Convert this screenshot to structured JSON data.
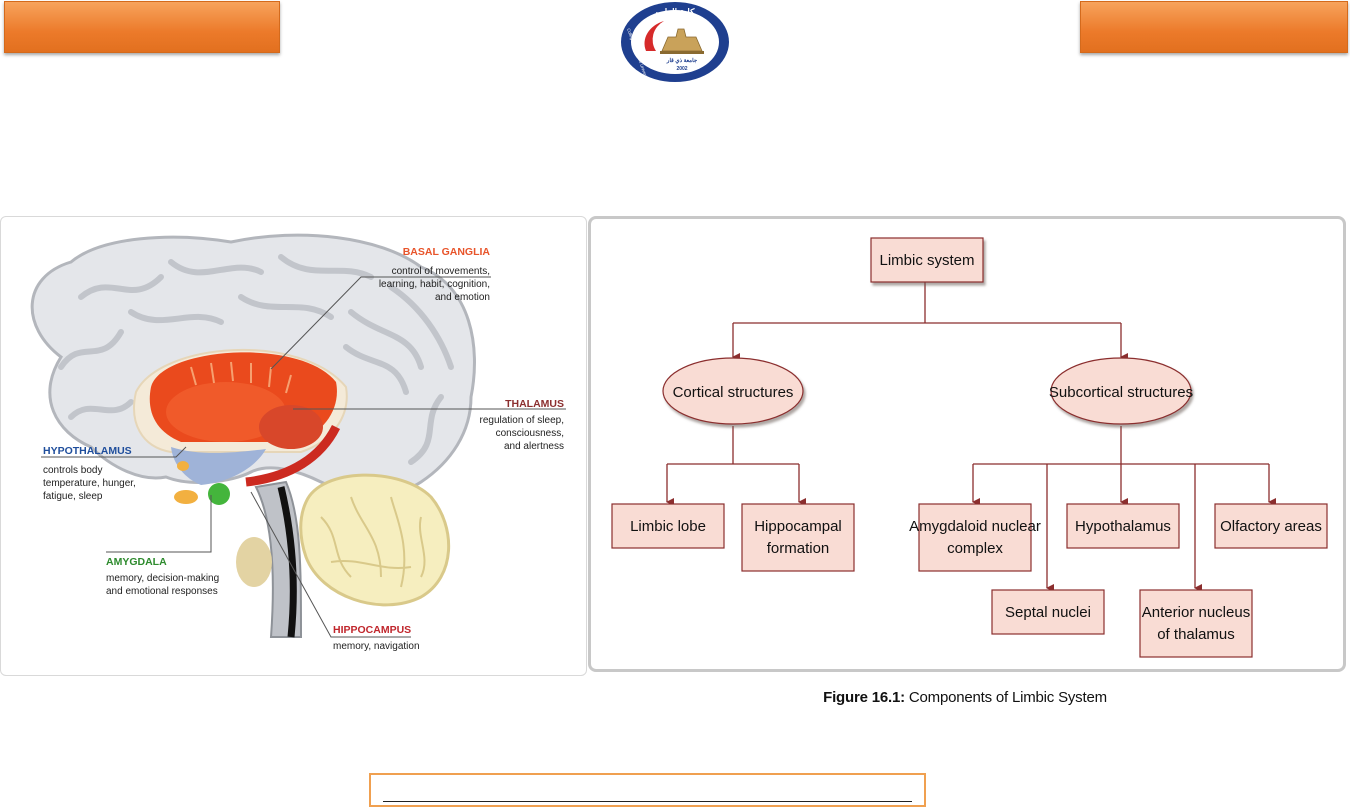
{
  "header": {
    "logo": {
      "ring_text_top": "كلية الطب",
      "ring_text_side": "College of Medicine University of Thi - Qar",
      "center_text": "جامعة ذي قار",
      "year": "2002"
    }
  },
  "brain_labels": {
    "basal_ganglia": {
      "title": "BASAL GANGLIA",
      "lines": [
        "control of movements,",
        "learning, habit, cognition,",
        "and emotion"
      ]
    },
    "thalamus": {
      "title": "THALAMUS",
      "lines": [
        "regulation of sleep,",
        "consciousness,",
        "and alertness"
      ]
    },
    "hypothalamus": {
      "title": "HYPOTHALAMUS",
      "lines": [
        "controls body",
        "temperature, hunger,",
        "fatigue, sleep"
      ]
    },
    "amygdala": {
      "title": "AMYGDALA",
      "lines": [
        "memory, decision-making",
        "and emotional responses"
      ]
    },
    "hippocampus": {
      "title": "HIPPOCAMPUS",
      "lines": [
        "memory, navigation"
      ]
    }
  },
  "flowchart": {
    "root": "Limbic system",
    "cortical": "Cortical structures",
    "subcortical": "Subcortical structures",
    "limbic_lobe": "Limbic lobe",
    "hippocampal": [
      "Hippocampal",
      "formation"
    ],
    "amygdaloid": [
      "Amygdaloid nuclear",
      "complex"
    ],
    "hypothalamus": "Hypothalamus",
    "olfactory": "Olfactory areas",
    "septal": "Septal nuclei",
    "anterior": [
      "Anterior nucleus",
      "of thalamus"
    ]
  },
  "caption": {
    "label": "Figure 16.1:",
    "text": " Components of Limbic System"
  },
  "colors": {
    "tab_orange": "#ec7a2a",
    "box_fill": "#f9dcd4",
    "box_border": "#8b2e2e",
    "arrow": "#8b2e2e",
    "basal_ganglia": "#e8542a",
    "thalamus": "#8b2e2e",
    "hypothalamus": "#1f4e9c",
    "amygdala": "#2e8b2e",
    "hippocampus": "#c0262c"
  }
}
